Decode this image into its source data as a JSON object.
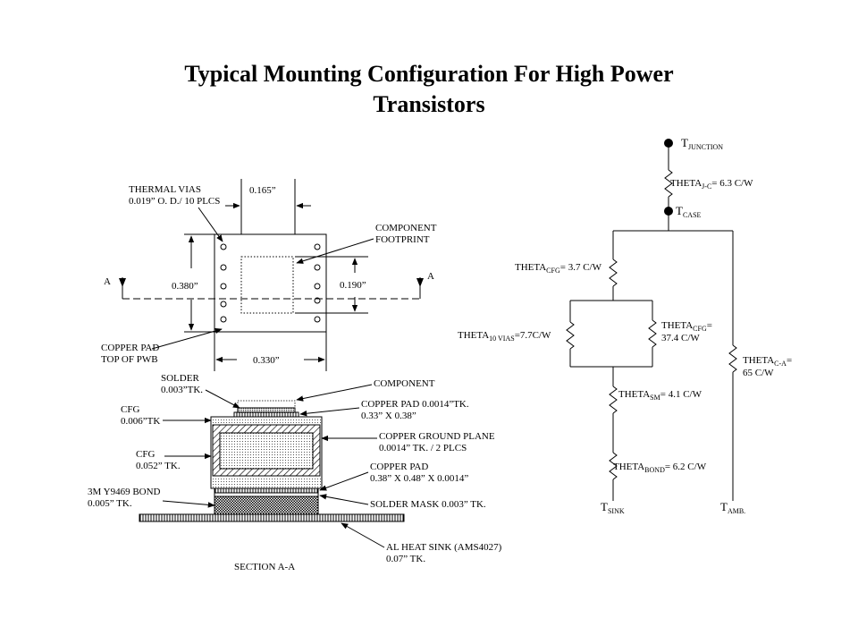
{
  "title": {
    "line1": "Typical Mounting Configuration For High Power",
    "line2": "Transistors"
  },
  "top_view": {
    "thermal_vias_l1": "THERMAL VIAS",
    "thermal_vias_l2": "0.019” O. D./ 10 PLCS",
    "dim_165": "0.165”",
    "component_footprint_l1": "COMPONENT",
    "component_footprint_l2": "FOOTPRINT",
    "dim_380": "0.380”",
    "dim_190": "0.190”",
    "dim_330": "0.330”",
    "section_left": "A",
    "section_right": "A",
    "copper_pad_l1": "COPPER PAD",
    "copper_pad_l2": "TOP OF PWB"
  },
  "section_view": {
    "solder_l1": "SOLDER",
    "solder_l2": "0.003”TK.",
    "component": "COMPONENT",
    "cu_pad_thin_l1": "COPPER PAD 0.0014”TK.",
    "cu_pad_thin_l2": "0.33” X 0.38”",
    "cfg_006_l1": "CFG",
    "cfg_006_l2": "0.006”TK",
    "cu_ground_l1": "COPPER GROUND PLANE",
    "cu_ground_l2": "0.0014” TK. / 2 PLCS",
    "cfg_052_l1": "CFG",
    "cfg_052_l2": "0.052” TK.",
    "cu_pad_l1": "COPPER PAD",
    "cu_pad_l2": "0.38” X  0.48” X  0.0014”",
    "bond_l1": "3M Y9469 BOND",
    "bond_l2": "0.005” TK.",
    "solder_mask": "SOLDER MASK 0.003” TK.",
    "heat_sink_l1": "AL HEAT SINK (AMS4027)",
    "heat_sink_l2": "0.07” TK.",
    "section_label": "SECTION A-A"
  },
  "thermal_network": {
    "t_junction": {
      "main": "T",
      "sub": "JUNCTION"
    },
    "theta_jc": {
      "main": "THETA",
      "sub": "J-C",
      "tail": "= 6.3 C/W"
    },
    "t_case": {
      "main": "T",
      "sub": "CASE"
    },
    "theta_cfg1": {
      "main": "THETA",
      "sub": "CFG",
      "tail": "= 3.7 C/W"
    },
    "theta_vias": {
      "main": "THETA",
      "sub": "10 VIAS",
      "tail": "=7.7C/W"
    },
    "theta_cfg2": {
      "main": "THETA",
      "sub": "CFG",
      "tail": "=",
      "line2": "37.4 C/W"
    },
    "theta_ca": {
      "main": "THETA",
      "sub": "C-A",
      "tail": "=",
      "line2": "65 C/W"
    },
    "theta_sm": {
      "main": "THETA",
      "sub": "SM",
      "tail": "= 4.1 C/W"
    },
    "theta_bond": {
      "main": "THETA",
      "sub": "BOND",
      "tail": "= 6.2 C/W"
    },
    "t_sink": {
      "main": "T",
      "sub": "SINK"
    },
    "t_amb": {
      "main": "T",
      "sub": "AMB."
    }
  }
}
